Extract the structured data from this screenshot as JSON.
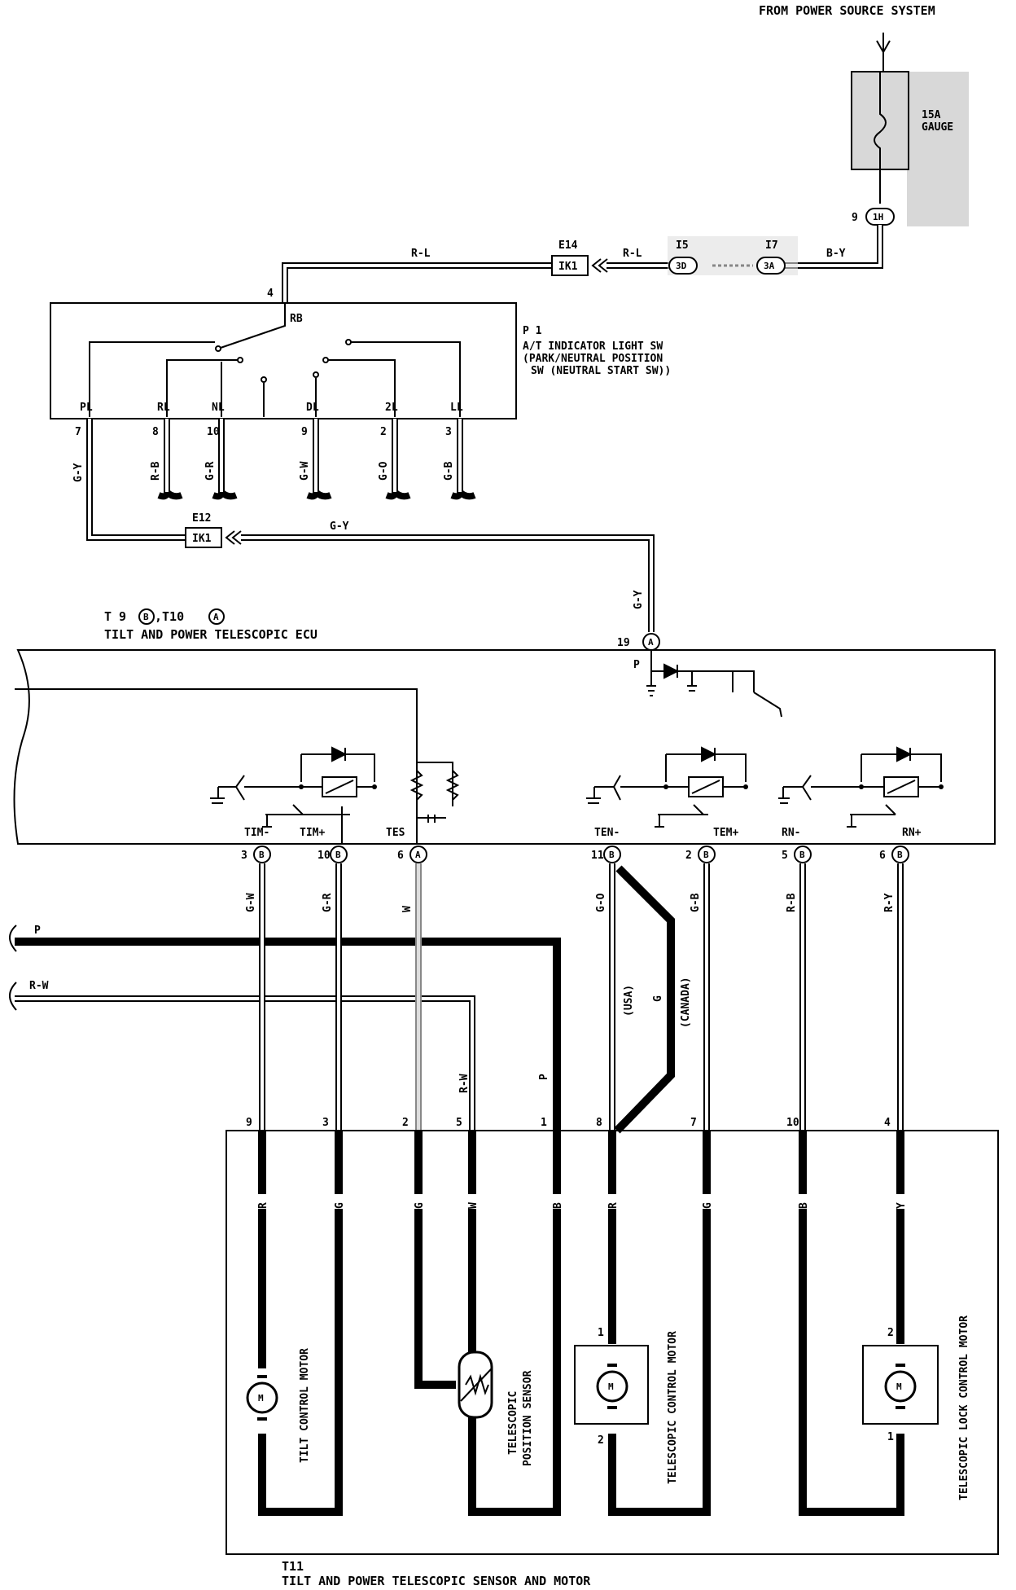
{
  "power_source": "FROM POWER SOURCE SYSTEM",
  "fuse": {
    "rating": "15A",
    "name": "GAUGE"
  },
  "fuse_terminal": {
    "pin": "9",
    "code": "1H"
  },
  "connectors_top": {
    "e14": {
      "name": "E14",
      "code": "IK1"
    },
    "i5": {
      "name": "I5",
      "code": "3D"
    },
    "i7": {
      "name": "I7",
      "code": "3A"
    },
    "e12": {
      "name": "E12",
      "code": "IK1"
    }
  },
  "top_wires": {
    "rl1": "R-L",
    "rl2": "R-L",
    "by": "B-Y",
    "gy1": "G-Y",
    "gy2": "G-Y",
    "gy3": "G-Y"
  },
  "switch": {
    "id": "P 1",
    "name_line1": "A/T INDICATOR LIGHT SW",
    "name_line2": "(PARK/NEUTRAL POSITION",
    "name_line3": "SW (NEUTRAL START SW))",
    "input_pin": "4",
    "input_label": "RB",
    "terminals": [
      {
        "label": "PL",
        "pin": "7",
        "wire": "G-Y"
      },
      {
        "label": "RL",
        "pin": "8",
        "wire": "R-B"
      },
      {
        "label": "NL",
        "pin": "10",
        "wire": "G-R"
      },
      {
        "label": "DL",
        "pin": "9",
        "wire": "G-W"
      },
      {
        "label": "2L",
        "pin": "2",
        "wire": "G-O"
      },
      {
        "label": "LL",
        "pin": "3",
        "wire": "G-B"
      }
    ]
  },
  "ecu": {
    "id": "T 9",
    "id_code_b": "B",
    "id_sep": ",T10",
    "id_code_a": "A",
    "name": "TILT AND POWER TELESCOPIC ECU",
    "input": {
      "pin": "19",
      "code": "A",
      "label": "P"
    },
    "terminals": [
      {
        "label": "TIM-",
        "pin": "3",
        "code": "B",
        "wire": "G-W"
      },
      {
        "label": "TIM+",
        "pin": "10",
        "code": "B",
        "wire": "G-R"
      },
      {
        "label": "TES",
        "pin": "6",
        "code": "A",
        "wire": "W"
      },
      {
        "label": "TEN-",
        "pin": "11",
        "code": "B",
        "wire": "G-O"
      },
      {
        "label": "TEM+",
        "pin": "2",
        "code": "B",
        "wire": "G-B"
      },
      {
        "label": "RN-",
        "pin": "5",
        "code": "B",
        "wire": "R-B"
      },
      {
        "label": "RN+",
        "pin": "6",
        "code": "B",
        "wire": "R-Y"
      }
    ]
  },
  "side_wires": {
    "p": "P",
    "rw": "R-W"
  },
  "mid_wire_labels": {
    "rw": "R-W",
    "p": "P",
    "usa": "(USA)",
    "g": "G",
    "canada": "(CANADA)"
  },
  "sensor_motor": {
    "id": "T11",
    "name": "TILT AND POWER TELESCOPIC SENSOR AND MOTOR",
    "pins": [
      {
        "pin": "9",
        "wire": "R"
      },
      {
        "pin": "3",
        "wire": "G"
      },
      {
        "pin": "2",
        "wire": "G"
      },
      {
        "pin": "5",
        "wire": "W"
      },
      {
        "pin": "1",
        "wire": "B"
      },
      {
        "pin": "8",
        "wire": "R"
      },
      {
        "pin": "7",
        "wire": "G"
      },
      {
        "pin": "10",
        "wire": "B"
      },
      {
        "pin": "4",
        "wire": "Y"
      }
    ],
    "tilt_motor": "TILT CONTROL MOTOR",
    "sensor_line1": "TELESCOPIC",
    "sensor_line2": "POSITION SENSOR",
    "tele_motor": "TELESCOPIC CONTROL MOTOR",
    "tele_pin_top": "1",
    "tele_pin_bot": "2",
    "lock_motor": "TELESCOPIC LOCK CONTROL MOTOR",
    "lock_pin_top": "2",
    "lock_pin_bot": "1",
    "motor_symbol": "M"
  }
}
